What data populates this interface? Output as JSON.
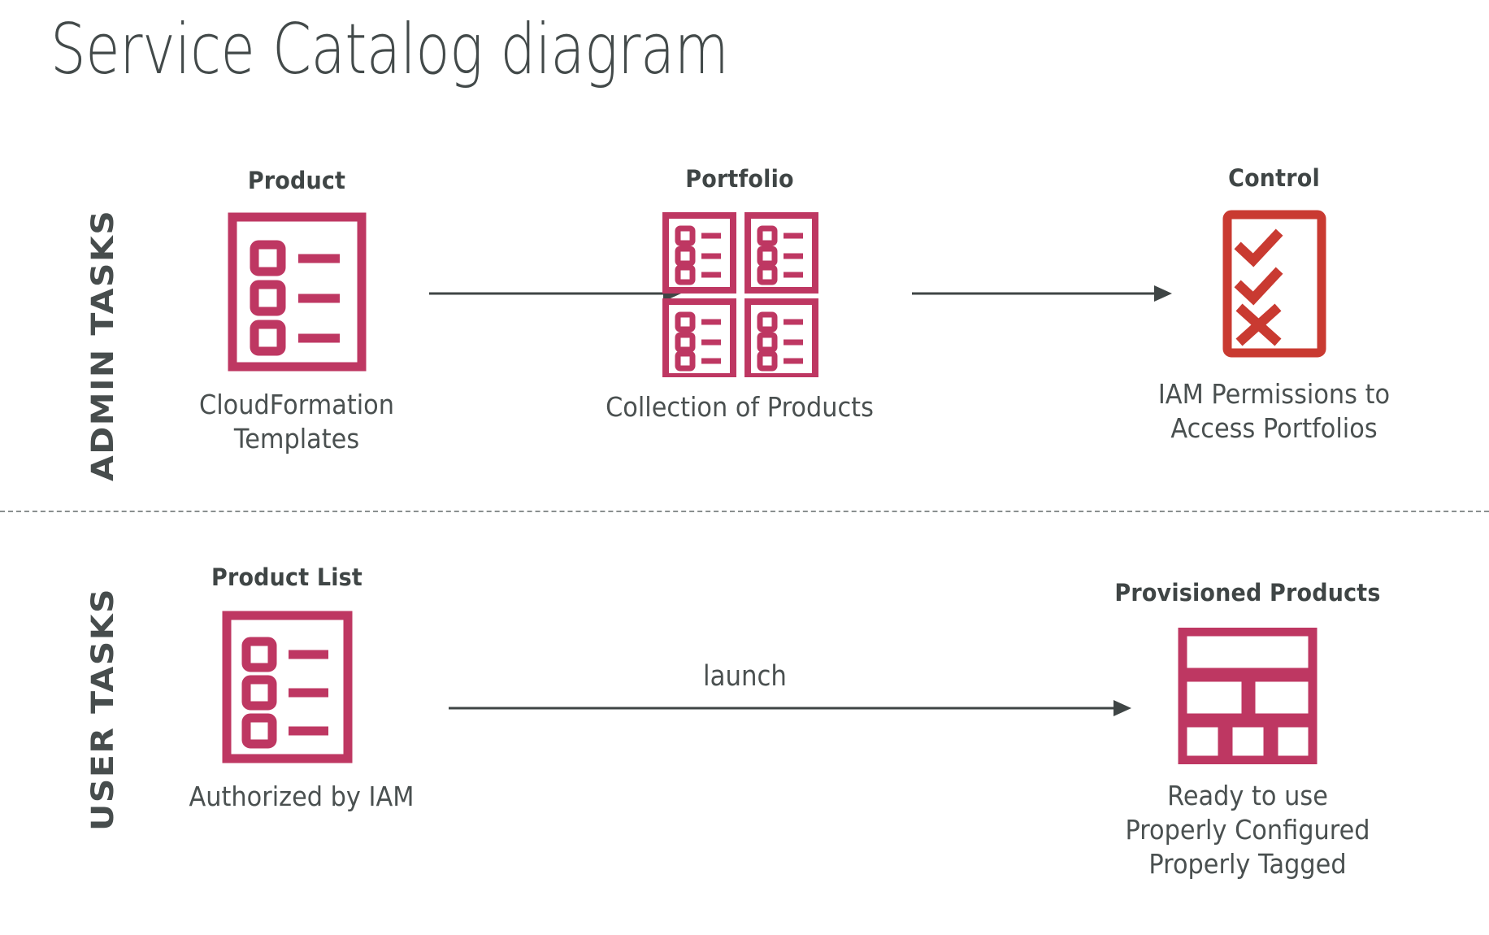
{
  "page": {
    "title": "Service Catalog diagram",
    "background_color": "#ffffff",
    "text_color": "#434a4a",
    "accent_pink": "#BE3762",
    "accent_red": "#C93A31",
    "arrow_color": "#3f4545",
    "divider_color": "#8a8f8f"
  },
  "bands": [
    {
      "id": "admin",
      "label": "ADMIN TASKS"
    },
    {
      "id": "user",
      "label": "USER TASKS"
    }
  ],
  "nodes": {
    "product": {
      "title": "Product",
      "caption_line1": "CloudFormation",
      "caption_line2": "Templates",
      "icon": "product-list-icon",
      "icon_color": "#BE3762"
    },
    "portfolio": {
      "title": "Portfolio",
      "caption_line1": "Collection of Products",
      "caption_line2": "",
      "icon": "portfolio-grid-icon",
      "icon_color": "#BE3762"
    },
    "control": {
      "title": "Control",
      "caption_line1": "IAM Permissions to",
      "caption_line2": "Access Portfolios",
      "icon": "checklist-control-icon",
      "icon_color": "#C93A31"
    },
    "product_list": {
      "title": "Product List",
      "caption_line1": "Authorized by IAM",
      "caption_line2": "",
      "icon": "product-list-icon",
      "icon_color": "#BE3762"
    },
    "provisioned": {
      "title": "Provisioned Products",
      "caption_line1": "Ready to use",
      "caption_line2": "Properly Configured",
      "caption_line3": "Properly Tagged",
      "icon": "provisioned-blocks-icon",
      "icon_color": "#BE3762"
    }
  },
  "edges": [
    {
      "id": "product-to-portfolio",
      "label": "",
      "from": "product",
      "to": "portfolio"
    },
    {
      "id": "portfolio-to-control",
      "label": "",
      "from": "portfolio",
      "to": "control"
    },
    {
      "id": "productlist-to-provisioned",
      "label": "launch",
      "from": "product_list",
      "to": "provisioned"
    }
  ]
}
